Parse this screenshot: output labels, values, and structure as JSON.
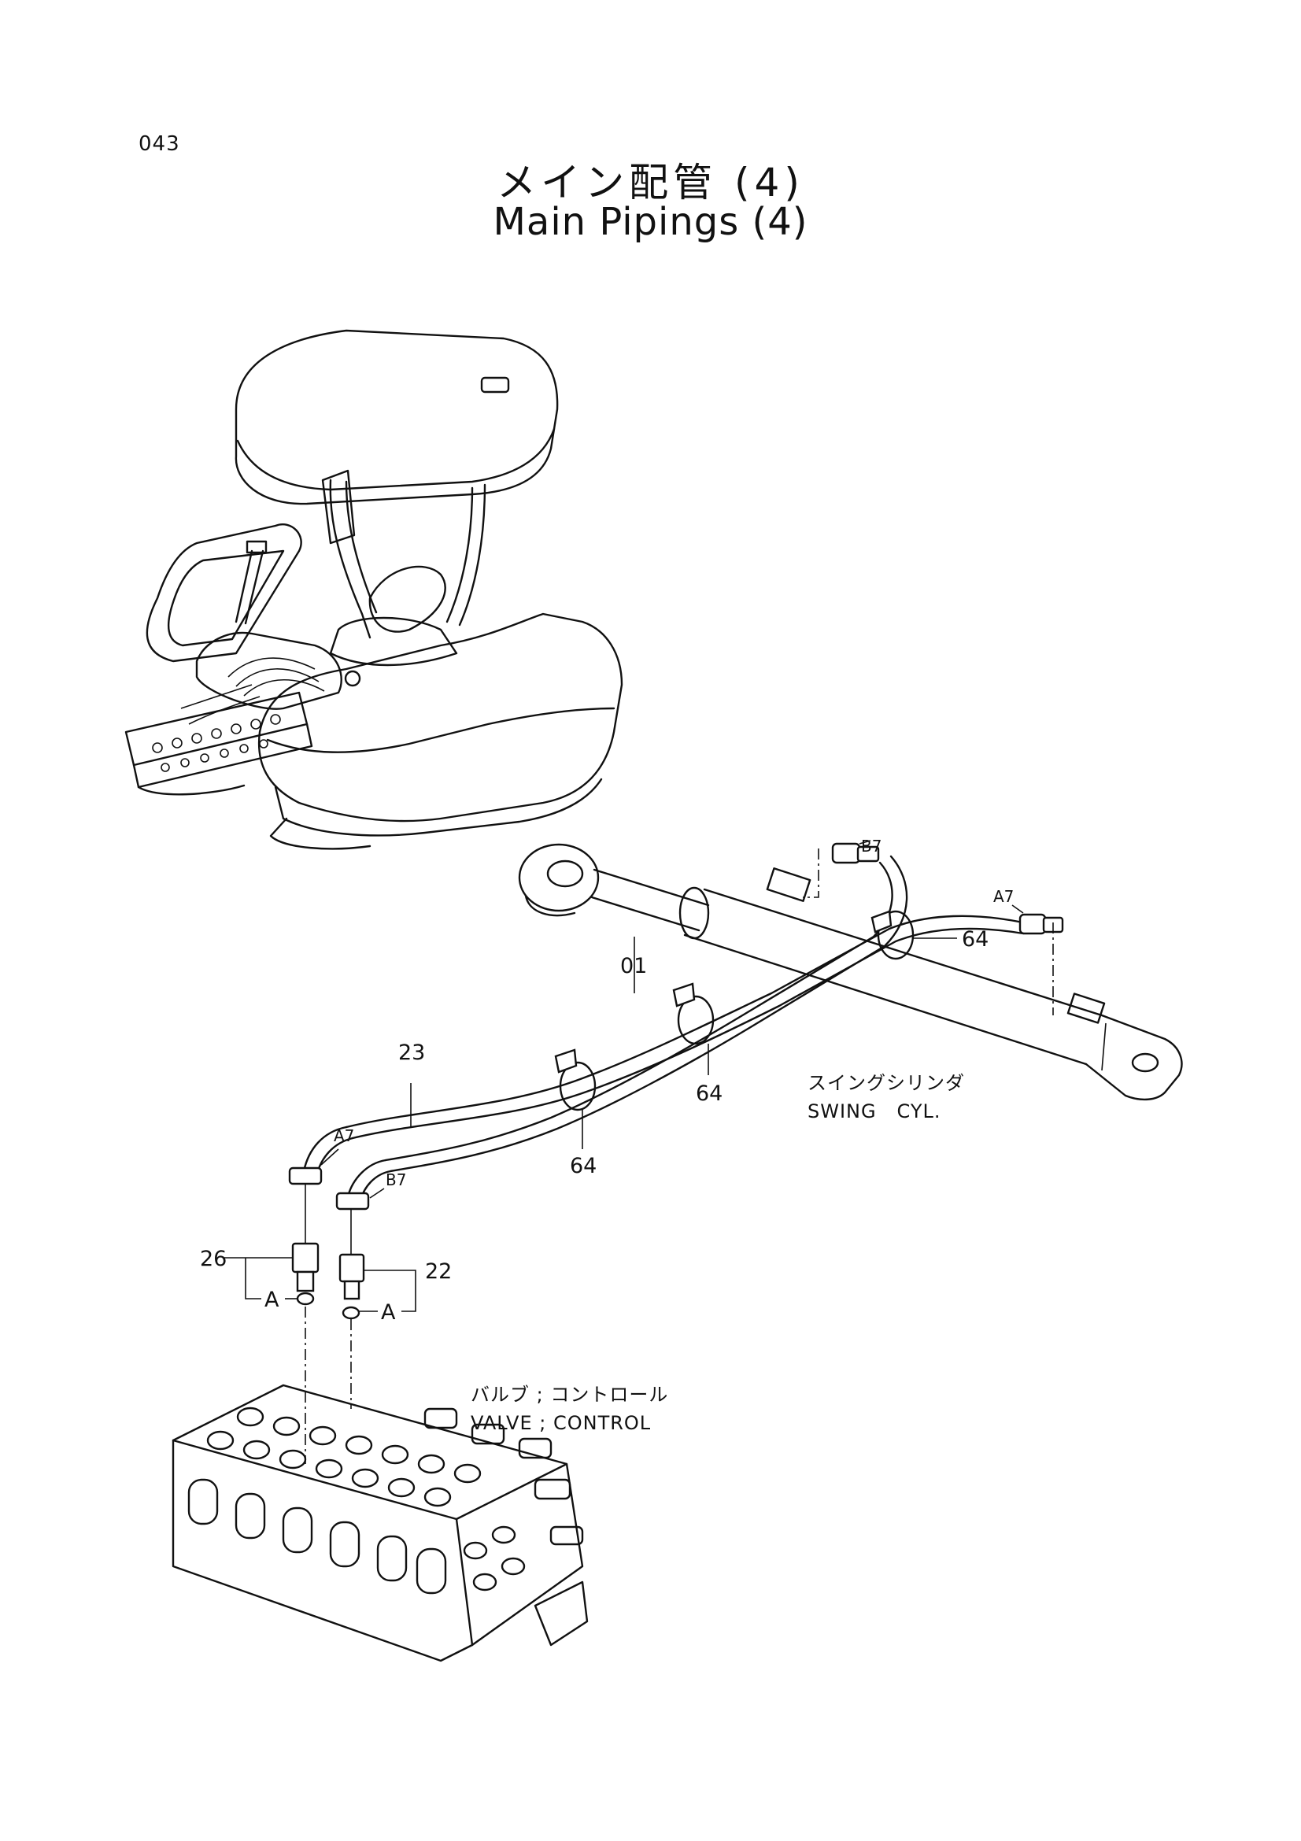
{
  "page": {
    "number": "043"
  },
  "title": {
    "japanese": "メイン配管 (4)",
    "english": "Main Pipings (4)"
  },
  "callouts": {
    "part_01": "01",
    "part_22": "22",
    "part_23": "23",
    "part_26": "26",
    "part_64_a": "64",
    "part_64_b": "64",
    "part_64_c": "64",
    "port_a7_cylinder": "A7",
    "port_b7_cylinder": "B7",
    "port_a7_valve": "A7",
    "port_b7_valve": "B7",
    "detail_a_left": "A",
    "detail_a_right": "A"
  },
  "components": {
    "swing_cylinder_jp": "スイングシリンダ",
    "swing_cylinder_en": "SWING   CYL.",
    "control_valve_jp": "バルブ ; コントロール",
    "control_valve_en": "VALVE ; CONTROL"
  }
}
